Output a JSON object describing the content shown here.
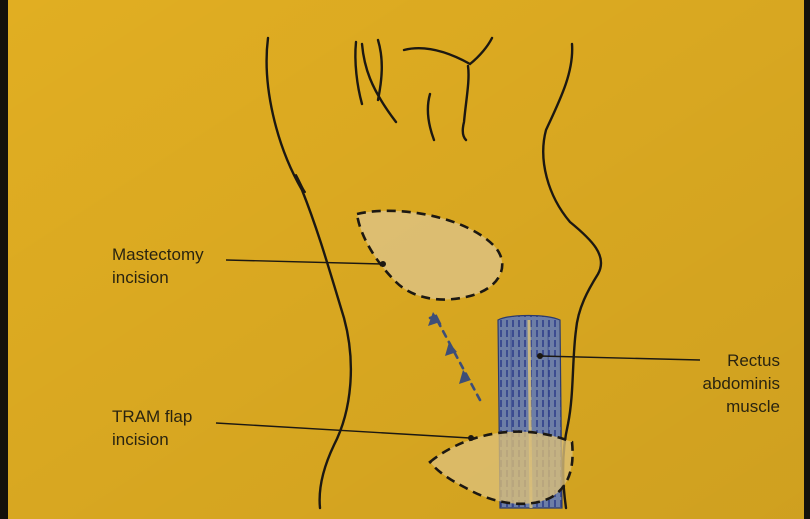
{
  "diagram": {
    "colors": {
      "background": "#e1ae22",
      "outline": "#1c1812",
      "incision_fill": "#ddc07a",
      "muscle_fill": "#6d7ea6",
      "muscle_stripe": "#2f3f8a",
      "arrow": "#3d4e78",
      "leader_line": "#1c1812"
    },
    "labels": {
      "mastectomy": {
        "line1": "Mastectomy",
        "line2": "incision"
      },
      "tram": {
        "line1": "TRAM flap",
        "line2": "incision"
      },
      "rectus": {
        "line1": "Rectus",
        "line2": "abdominis",
        "line3": "muscle"
      }
    }
  }
}
